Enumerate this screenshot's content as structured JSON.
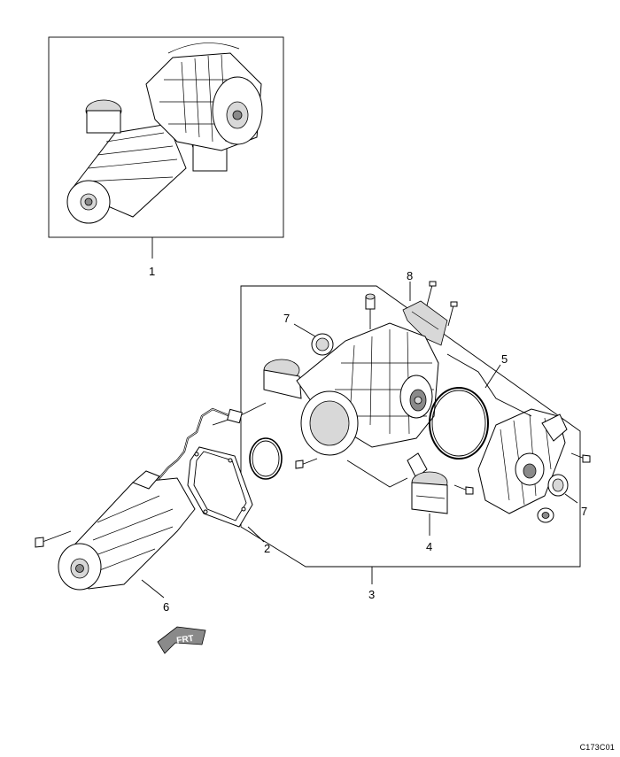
{
  "figure_code": "C173C01",
  "direction_marker": "FRT",
  "callouts": {
    "c1": "1",
    "c2": "2",
    "c3": "3",
    "c4": "4",
    "c5": "5",
    "c6": "6",
    "c7a": "7",
    "c7b": "7",
    "c8": "8"
  }
}
